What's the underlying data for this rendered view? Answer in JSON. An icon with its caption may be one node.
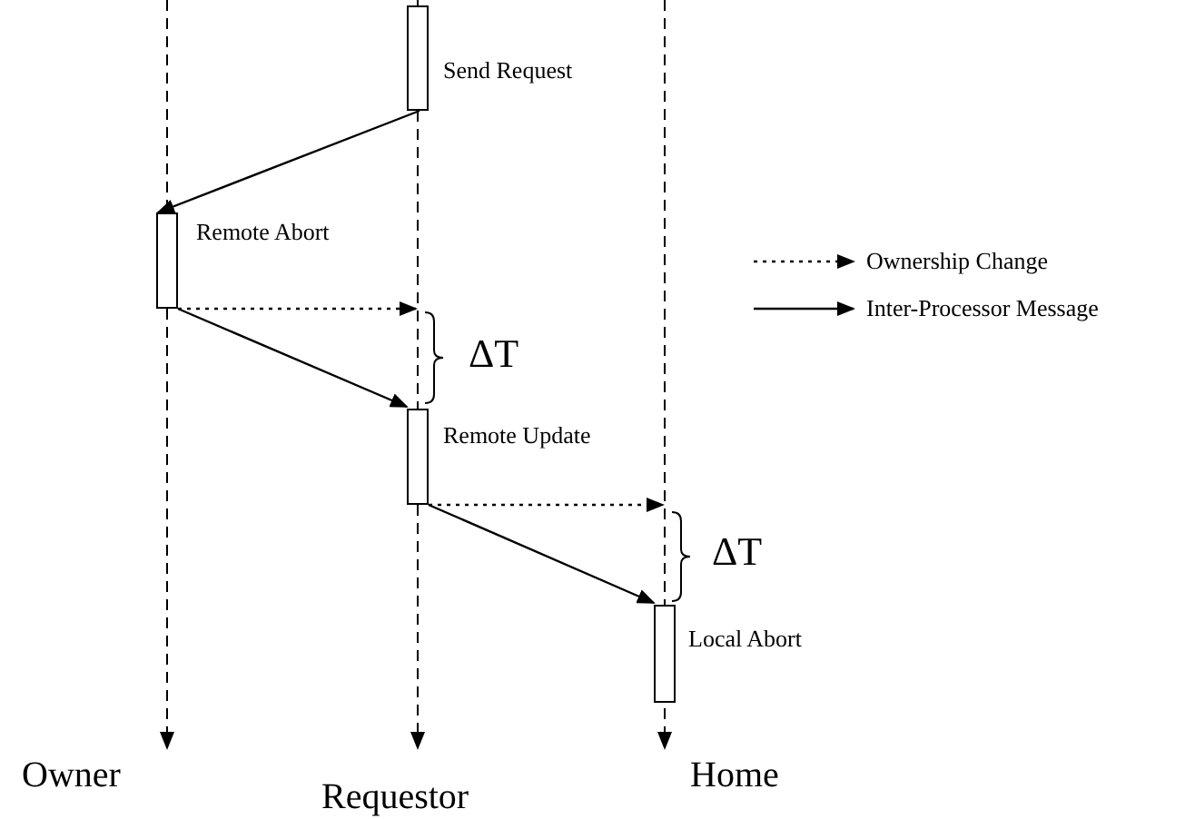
{
  "diagram": {
    "nodes": [
      {
        "text": [],
        "shape": "bar",
        "beside": [
          "Send Request"
        ]
      },
      {
        "text": [],
        "shape": "bar",
        "beside": [
          "Remote Abort"
        ]
      },
      {
        "text": [],
        "shape": "bar",
        "beside": [
          "Remote Update"
        ]
      },
      {
        "text": [],
        "shape": "bar",
        "beside": [
          "Local Abort"
        ]
      }
    ],
    "edges": [
      {
        "from": 0,
        "to": 1,
        "arrow": "to"
      },
      {
        "from": 0,
        "to": 2,
        "arrow": "none",
        "style": "dashed"
      },
      {
        "from": 1,
        "to": null,
        "arrow": "to",
        "style": "dashed"
      },
      {
        "from": 1,
        "to": 2,
        "arrow": "to"
      },
      {
        "from": 2,
        "to": null,
        "arrow": "to",
        "style": "dashed"
      },
      {
        "from": 2,
        "to": 3,
        "arrow": "to"
      }
    ],
    "labels": [
      "ΔT",
      "ΔT",
      "Owner",
      "Requestor",
      "Home"
    ],
    "legend": [
      {
        "text": "Ownership Change"
      },
      {
        "text": "Inter-Processor Message"
      }
    ]
  }
}
